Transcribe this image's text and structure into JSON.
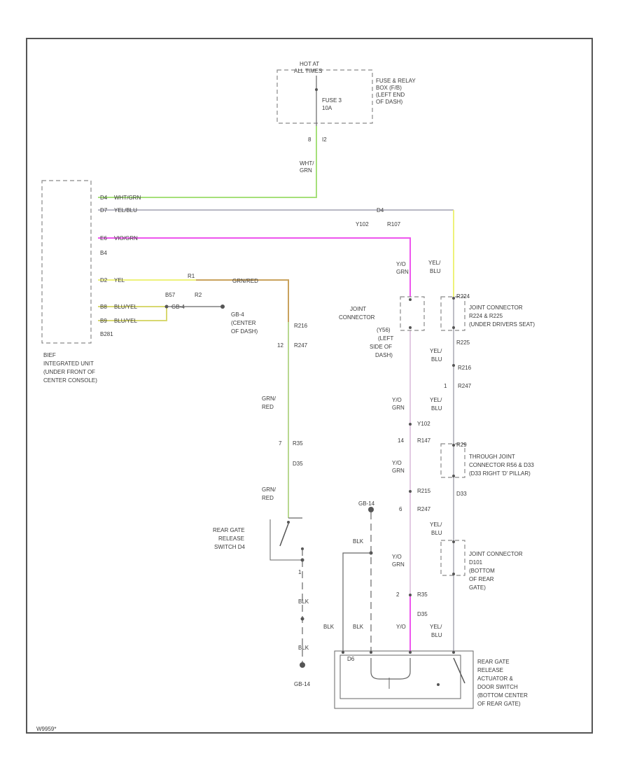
{
  "diagram_id": "W9959*",
  "colors": {
    "wht_grn": "#a6e07a",
    "yel_blu": "#eef27a",
    "wht_blu": "#b8b8c4",
    "vio_grn": "#ee55ee",
    "yel": "#eef27a",
    "grn_red_upper": "#c9a25c",
    "grn_red": "#b9d890",
    "blu_yel": "#d8d870",
    "blk": "#666666",
    "frame": "#555555"
  },
  "fuse_box": {
    "hot_label": [
      "HOT AT",
      "ALL TIMES"
    ],
    "fuse_name": "FUSE 3",
    "fuse_rating": "10A",
    "description": [
      "FUSE & RELAY",
      "BOX (F/B)",
      "(LEFT END",
      "OF DASH)"
    ],
    "pin": "8",
    "conn": "I2"
  },
  "fuse_wire": [
    "WHT/",
    "GRN"
  ],
  "bcm": {
    "pins": {
      "a": "D4",
      "b": "D7",
      "c": "E6",
      "d": "D2",
      "e": "B8",
      "f": "B9"
    },
    "wire_labels": {
      "a": "WHT/GRN",
      "b": "YEL/BLU",
      "c": "VIO/GRN",
      "d": "YEL",
      "e": "BLU/YEL",
      "f": "BLU/YEL"
    },
    "conn_labels": {
      "b4": "B4",
      "b281": "B281"
    },
    "splice": {
      "p1": "B57",
      "p2": "R2",
      "dest": "GB-4"
    },
    "description": [
      "BIEF",
      "INTEGRATED UNIT",
      "(UNDER FRONT OF",
      "CENTER CONSOLE)"
    ]
  },
  "ground_gb4": [
    "GB-4",
    "(CENTER",
    "OF DASH)"
  ],
  "top_inline": {
    "pin": "D4"
  },
  "vio_line_labels": {
    "left": "Y102",
    "right": "R107"
  },
  "yel_line": {
    "pin": "R1",
    "label": "GRN/RED"
  },
  "grn_red_chain": {
    "conn1": "R216",
    "pin2": "12",
    "conn2": "R247",
    "wire": [
      "GRN/",
      "RED"
    ],
    "pin3": "7",
    "conn3": "R35",
    "conn4": "D35",
    "wire2": [
      "GRN/",
      "RED"
    ]
  },
  "rear_gate_switch": {
    "desc": [
      "REAR GATE",
      "RELEASE",
      "SWITCH D4"
    ],
    "pin": "1",
    "wire1": "BLK",
    "wire2": "BLK",
    "ground": "GB-14"
  },
  "joint_left": {
    "wire_top": [
      "Y/O",
      "GRN"
    ],
    "desc": [
      "JOINT",
      "CONNECTOR",
      "(Y56)",
      "(LEFT",
      "SIDE OF",
      "DASH)"
    ]
  },
  "vio_chain": {
    "w1": [
      "Y/O",
      "GRN"
    ],
    "conn1": "Y102",
    "pin2": "14",
    "conn2": "R147",
    "w2": [
      "Y/O",
      "GRN"
    ],
    "conn3": "R215",
    "pin4": "6",
    "conn4": "R247",
    "w3": [
      "Y/O",
      "GRN"
    ],
    "pin5": "2",
    "conn5": "R35",
    "conn6": "D35",
    "w4": "Y/O"
  },
  "yelblu_chain": {
    "w1": [
      "YEL/",
      "BLU"
    ],
    "conn1": "R224",
    "joint1": [
      "JOINT CONNECTOR",
      "R224 & R225",
      "(UNDER DRIVERS SEAT)"
    ],
    "conn2": "R225",
    "w2": [
      "YEL/",
      "BLU"
    ],
    "conn3": "R216",
    "pin4": "1",
    "conn4": "R247",
    "w3": [
      "YEL/",
      "BLU"
    ],
    "conn5": "R29",
    "thru": [
      "THROUGH JOINT",
      "CONNECTOR R56 & D33",
      "(D33 RIGHT 'D' PILLAR)"
    ],
    "conn6": "D33",
    "w4": [
      "YEL/",
      "BLU"
    ],
    "joint2": [
      "JOINT CONNECTOR",
      "D101",
      "(BOTTOM",
      "OF REAR",
      "GATE)"
    ],
    "w5": [
      "YEL/",
      "BLU"
    ]
  },
  "gb_14_top": "GB-14",
  "blk_labels": {
    "w1": "BLK",
    "w2": "BLK",
    "w3": "BLK"
  },
  "actuator": {
    "pin": "D6",
    "desc": [
      "REAR GATE",
      "RELEASE",
      "ACTUATOR &",
      "DOOR SWITCH",
      "(BOTTOM CENTER",
      "OF REAR GATE)"
    ]
  }
}
